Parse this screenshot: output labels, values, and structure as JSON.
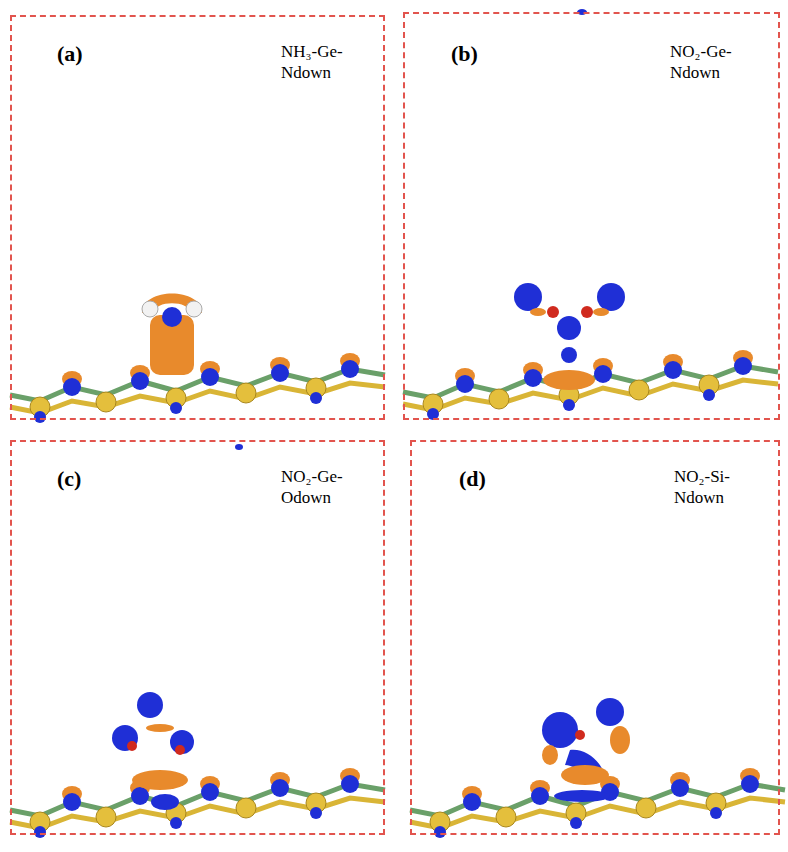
{
  "diagram": {
    "nodes": [
      {
        "text": [
          "(a)",
          "NH₃-Ge- Ndown"
        ]
      },
      {
        "text": [
          "(b)",
          "NO₂-Ge- Ndown"
        ]
      },
      {
        "text": [
          "(c)",
          "NO₂-Ge- Odown"
        ]
      },
      {
        "text": [
          "(d)",
          "NO₂-Si- Ndown"
        ]
      }
    ]
  }
}
